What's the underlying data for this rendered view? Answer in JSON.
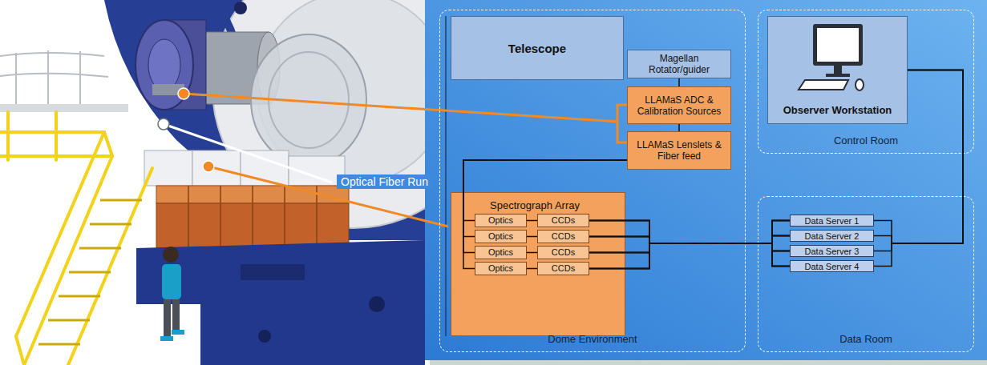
{
  "diagram": {
    "nodes": [
      {
        "text": [
          "Dome Environment"
        ]
      },
      {
        "text": [
          "Telescope"
        ],
        "in": 0
      },
      {
        "text": [
          "Magellan Rotator/guider"
        ],
        "in": 0
      },
      {
        "text": [
          "LLAMaS ADC & Calibration Sources"
        ],
        "in": 0
      },
      {
        "text": [
          "LLAMaS Lenslets & Fiber feed"
        ],
        "in": 0
      },
      {
        "text": [
          "Spectrograph Array"
        ],
        "in": 0
      },
      {
        "text": [
          "Optics"
        ],
        "in": 5
      },
      {
        "text": [
          "CCDs"
        ],
        "in": 5
      },
      {
        "text": [
          "Optics"
        ],
        "in": 5
      },
      {
        "text": [
          "CCDs"
        ],
        "in": 5
      },
      {
        "text": [
          "Optics"
        ],
        "in": 5
      },
      {
        "text": [
          "CCDs"
        ],
        "in": 5
      },
      {
        "text": [
          "Optics"
        ],
        "in": 5
      },
      {
        "text": [
          "CCDs"
        ],
        "in": 5
      },
      {
        "text": [
          "Control Room"
        ]
      },
      {
        "text": [
          "Observer Workstation"
        ],
        "in": 14
      },
      {
        "text": [
          "Data Room"
        ]
      },
      {
        "text": [
          "Data Server 1"
        ],
        "in": 16
      },
      {
        "text": [
          "Data Server 2"
        ],
        "in": 16
      },
      {
        "text": [
          "Data Server 3"
        ],
        "in": 16
      },
      {
        "text": [
          "Data Server 4"
        ],
        "in": 16
      }
    ],
    "edges": [
      {
        "from": 2,
        "to": 3,
        "arrow": "none"
      },
      {
        "from": 3,
        "to": 4,
        "arrow": "none"
      },
      {
        "from": 4,
        "to": 6,
        "arrow": "none"
      },
      {
        "from": 4,
        "to": 8,
        "arrow": "none"
      },
      {
        "from": 4,
        "to": 10,
        "arrow": "none"
      },
      {
        "from": 4,
        "to": 12,
        "arrow": "none"
      },
      {
        "from": 6,
        "to": 7,
        "arrow": "none"
      },
      {
        "from": 8,
        "to": 9,
        "arrow": "none"
      },
      {
        "from": 10,
        "to": 11,
        "arrow": "none"
      },
      {
        "from": 12,
        "to": 13,
        "arrow": "none"
      },
      {
        "from": 7,
        "to": 17,
        "arrow": "none"
      },
      {
        "from": 7,
        "to": 18,
        "arrow": "none"
      },
      {
        "from": 7,
        "to": 19,
        "arrow": "none"
      },
      {
        "from": 7,
        "to": 20,
        "arrow": "none"
      },
      {
        "from": 9,
        "to": 17,
        "arrow": "none"
      },
      {
        "from": 9,
        "to": 18,
        "arrow": "none"
      },
      {
        "from": 9,
        "to": 19,
        "arrow": "none"
      },
      {
        "from": 9,
        "to": 20,
        "arrow": "none"
      },
      {
        "from": 11,
        "to": 17,
        "arrow": "none"
      },
      {
        "from": 11,
        "to": 18,
        "arrow": "none"
      },
      {
        "from": 11,
        "to": 19,
        "arrow": "none"
      },
      {
        "from": 11,
        "to": 20,
        "arrow": "none"
      },
      {
        "from": 13,
        "to": 17,
        "arrow": "none"
      },
      {
        "from": 13,
        "to": 18,
        "arrow": "none"
      },
      {
        "from": 13,
        "to": 19,
        "arrow": "none"
      },
      {
        "from": 13,
        "to": 20,
        "arrow": "none"
      },
      {
        "from": 17,
        "to": 15,
        "arrow": "none"
      },
      {
        "from": 18,
        "to": 15,
        "arrow": "none"
      },
      {
        "from": 19,
        "to": 15,
        "arrow": "none"
      },
      {
        "from": 20,
        "to": 15,
        "arrow": "none"
      }
    ],
    "labels": [
      "Optical Fiber Run"
    ]
  }
}
